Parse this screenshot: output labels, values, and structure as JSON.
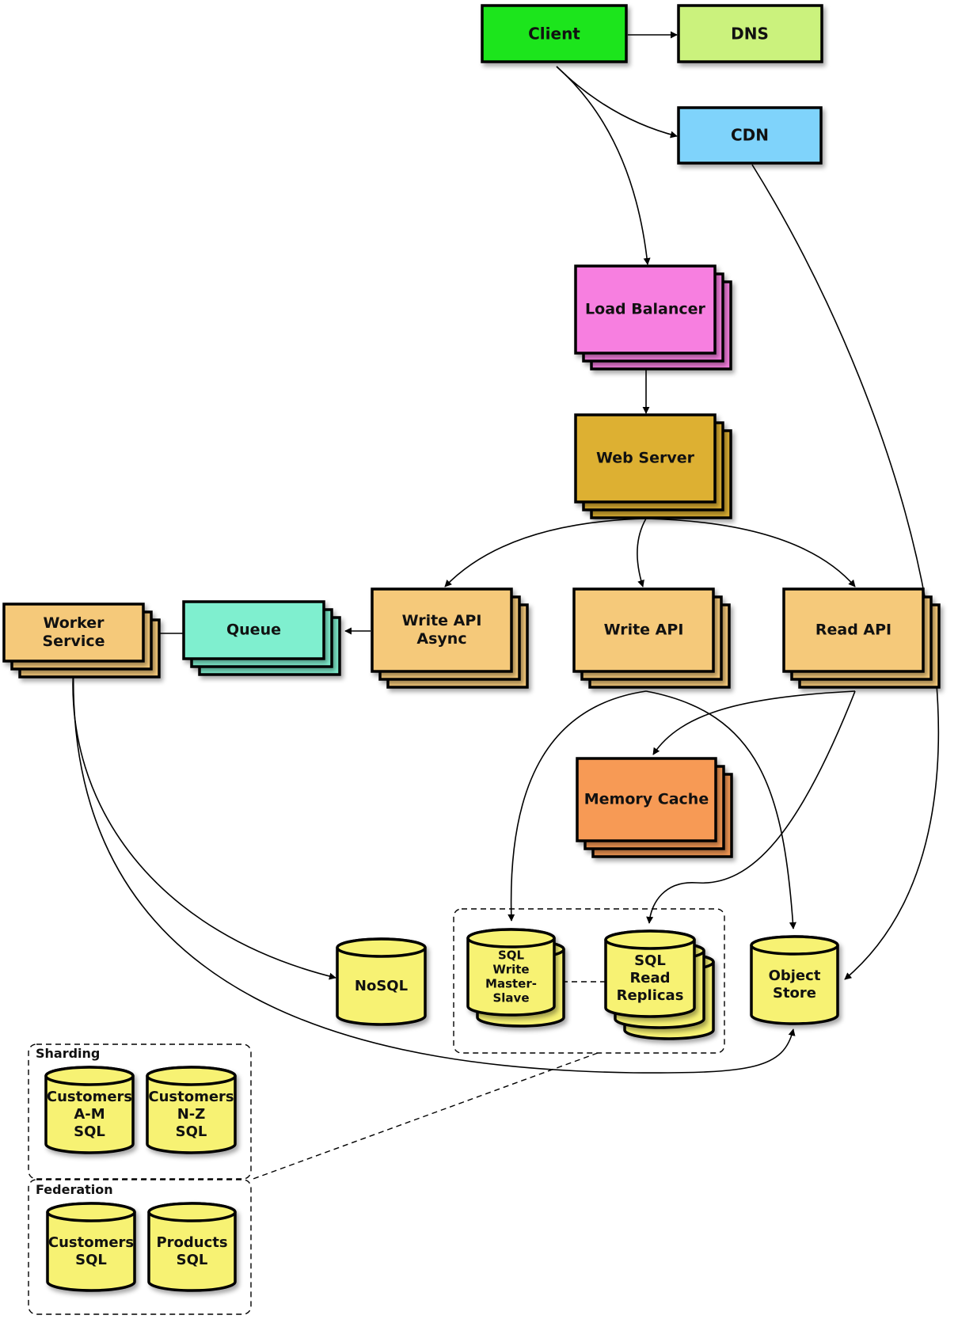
{
  "nodes": {
    "client": {
      "label": "Client",
      "color": "#1fe51f"
    },
    "dns": {
      "label": "DNS",
      "color": "#cbf27d"
    },
    "cdn": {
      "label": "CDN",
      "color": "#7fd3fb"
    },
    "load_balancer": {
      "label": "Load Balancer",
      "color": "#f77fe0"
    },
    "web_server": {
      "label": "Web Server",
      "color": "#ddb032"
    },
    "write_api_async": {
      "label": [
        "Write API",
        "Async"
      ],
      "color": "#f5c97a"
    },
    "write_api": {
      "label": "Write API",
      "color": "#f5c97a"
    },
    "read_api": {
      "label": "Read API",
      "color": "#f5c97a"
    },
    "queue": {
      "label": "Queue",
      "color": "#7fefcf"
    },
    "worker_service": {
      "label": [
        "Worker",
        "Service"
      ],
      "color": "#f5c97a"
    },
    "memory_cache": {
      "label": "Memory Cache",
      "color": "#f79a55"
    },
    "nosql": {
      "label": "NoSQL",
      "color": "#f7f273"
    },
    "sql_write": {
      "label": [
        "SQL",
        "Write",
        "Master-",
        "Slave"
      ],
      "back_label": "Slave",
      "color": "#f7f273"
    },
    "sql_read": {
      "label": [
        "SQL",
        "Read",
        "Replicas"
      ],
      "color": "#f7f273"
    },
    "object_store": {
      "label": [
        "Object",
        "Store"
      ],
      "color": "#f7f273"
    },
    "customers_am": {
      "label": [
        "Customers",
        "A-M",
        "SQL"
      ],
      "color": "#f7f273"
    },
    "customers_nz": {
      "label": [
        "Customers",
        "N-Z",
        "SQL"
      ],
      "color": "#f7f273"
    },
    "customers_sql": {
      "label": [
        "Customers",
        "SQL"
      ],
      "color": "#f7f273"
    },
    "products_sql": {
      "label": [
        "Products",
        "SQL"
      ],
      "color": "#f7f273"
    }
  },
  "groups": {
    "sharding": {
      "label": "Sharding"
    },
    "federation": {
      "label": "Federation"
    }
  }
}
